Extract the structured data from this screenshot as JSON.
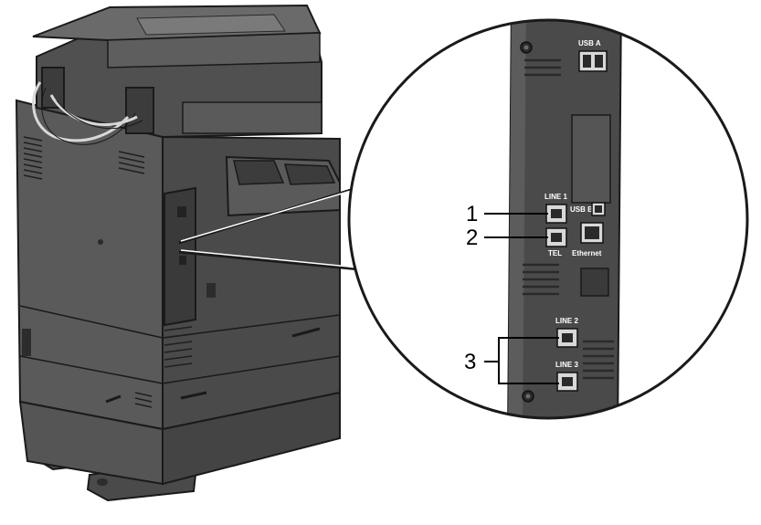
{
  "colors": {
    "body_dark": "#4a4a4a",
    "body_mid": "#5a5a5a",
    "body_light": "#6e6e6e",
    "panel_dark": "#3c3c3c",
    "highlight": "#9a9a9a",
    "outline": "#1a1a1a",
    "port_light": "#d8d8d8"
  },
  "panel_labels": {
    "usb_a": "USB A",
    "line1": "LINE 1",
    "usb_b": "USB B",
    "tel": "TEL",
    "ethernet": "Ethernet",
    "line2": "LINE 2",
    "line3": "LINE 3"
  },
  "callouts": {
    "one": "1",
    "two": "2",
    "three": "3"
  }
}
